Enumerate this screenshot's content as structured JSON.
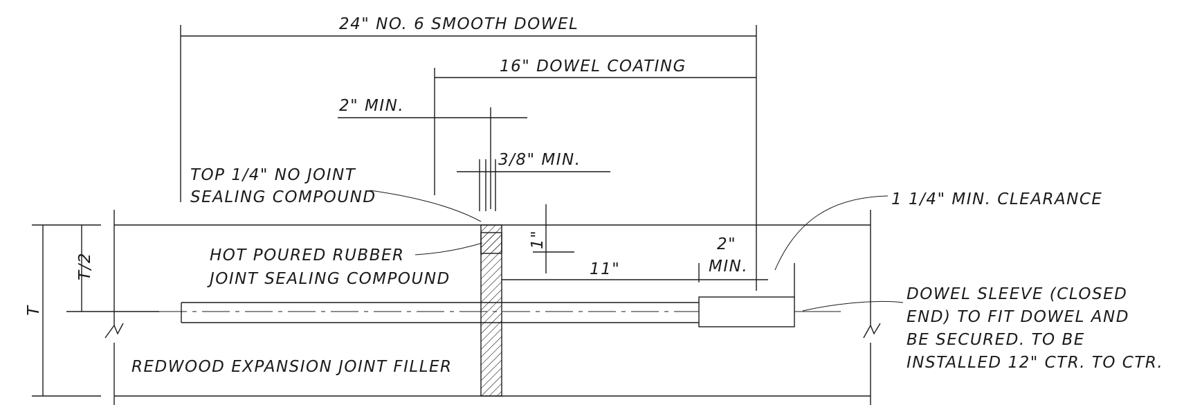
{
  "labels": {
    "smooth_dowel": "24\" NO. 6 SMOOTH DOWEL",
    "dowel_coating": "16\" DOWEL COATING",
    "two_min_top": "2\" MIN.",
    "three_eighths_min": "3/8\" MIN.",
    "top_quarter_line1": "TOP 1/4\" NO JOINT",
    "top_quarter_line2": "SEALING COMPOUND",
    "clearance": "1 1/4\" MIN. CLEARANCE",
    "hot_poured_line1": "HOT POURED RUBBER",
    "hot_poured_line2": "JOINT SEALING COMPOUND",
    "one_inch": "1\"",
    "eleven_inch": "11\"",
    "two_min_right_line1": "2\"",
    "two_min_right_line2": "MIN.",
    "sleeve_line1": "DOWEL SLEEVE (CLOSED",
    "sleeve_line2": "END) TO FIT DOWEL AND",
    "sleeve_line3": "BE SECURED.  TO BE",
    "sleeve_line4": "INSTALLED 12\" CTR. TO CTR.",
    "redwood": "REDWOOD EXPANSION JOINT FILLER",
    "half_thickness": "T/2",
    "thickness": "T"
  }
}
